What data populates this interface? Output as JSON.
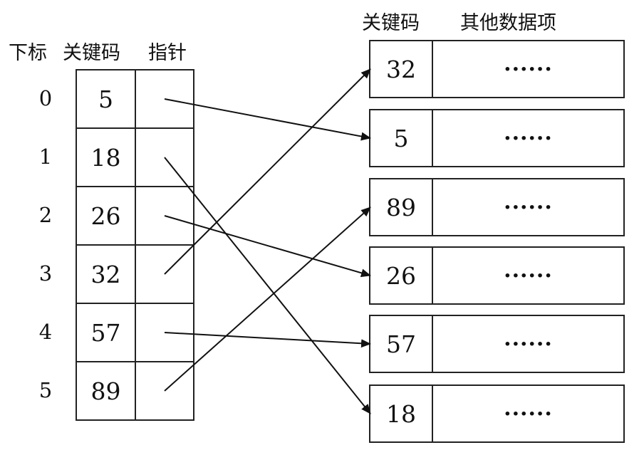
{
  "index_table": {
    "headers": {
      "subscript": "下标",
      "key": "关键码",
      "pointer": "指针"
    },
    "rows": [
      {
        "index": "0",
        "key": "5"
      },
      {
        "index": "1",
        "key": "18"
      },
      {
        "index": "2",
        "key": "26"
      },
      {
        "index": "3",
        "key": "32"
      },
      {
        "index": "4",
        "key": "57"
      },
      {
        "index": "5",
        "key": "89"
      }
    ]
  },
  "data_table": {
    "headers": {
      "key": "关键码",
      "other": "其他数据项"
    },
    "records": [
      {
        "key": "32",
        "other": "······"
      },
      {
        "key": "5",
        "other": "······"
      },
      {
        "key": "89",
        "other": "······"
      },
      {
        "key": "26",
        "other": "······"
      },
      {
        "key": "57",
        "other": "······"
      },
      {
        "key": "18",
        "other": "······"
      }
    ]
  },
  "pointers": [
    {
      "from_index": 0,
      "to_record": 1
    },
    {
      "from_index": 1,
      "to_record": 5
    },
    {
      "from_index": 2,
      "to_record": 3
    },
    {
      "from_index": 3,
      "to_record": 0
    },
    {
      "from_index": 4,
      "to_record": 4
    },
    {
      "from_index": 5,
      "to_record": 2
    }
  ]
}
